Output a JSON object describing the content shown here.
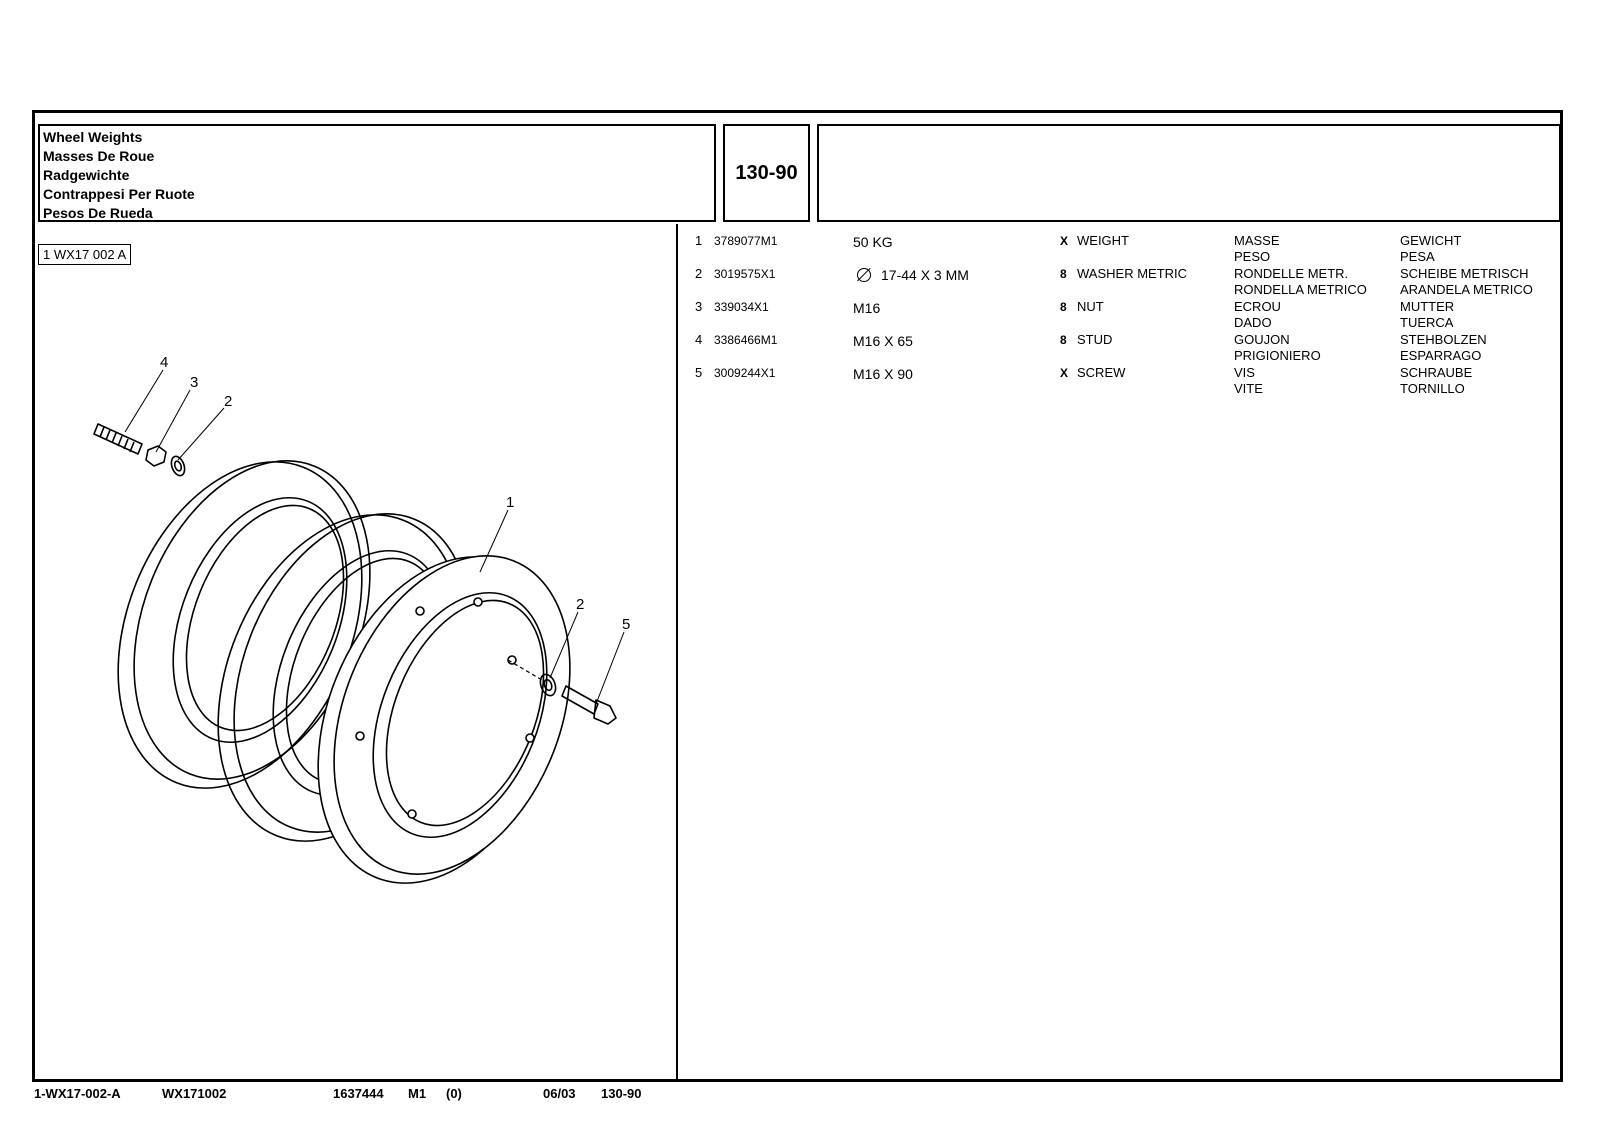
{
  "header": {
    "titles": [
      "Wheel Weights",
      "Masses De Roue",
      "Radgewichte",
      "Contrappesi Per Ruote",
      "Pesos De Rueda"
    ],
    "section_code": "130-90"
  },
  "illustration": {
    "label": "1 WX17 002 A",
    "callouts": [
      "4",
      "3",
      "2",
      "1",
      "2",
      "5"
    ]
  },
  "parts": [
    {
      "ref": "1",
      "part_no": "3789077M1",
      "spec": "50 KG",
      "has_diameter_icon": false,
      "qty": "X",
      "en": "WEIGHT",
      "fr": "MASSE",
      "de": "GEWICHT",
      "it": "PESO",
      "es": "PESA"
    },
    {
      "ref": "2",
      "part_no": "3019575X1",
      "spec": "17-44 X 3 MM",
      "has_diameter_icon": true,
      "qty": "8",
      "en": "WASHER METRIC",
      "fr": "RONDELLE METR.",
      "de": "SCHEIBE METRISCH",
      "it": "RONDELLA METRICO",
      "es": "ARANDELA METRICO"
    },
    {
      "ref": "3",
      "part_no": "339034X1",
      "spec": "M16",
      "has_diameter_icon": false,
      "qty": "8",
      "en": "NUT",
      "fr": "ECROU",
      "de": "MUTTER",
      "it": "DADO",
      "es": "TUERCA"
    },
    {
      "ref": "4",
      "part_no": "3386466M1",
      "spec": "M16 X 65",
      "has_diameter_icon": false,
      "qty": "8",
      "en": "STUD",
      "fr": "GOUJON",
      "de": "STEHBOLZEN",
      "it": "PRIGIONIERO",
      "es": "ESPARRAGO"
    },
    {
      "ref": "5",
      "part_no": "3009244X1",
      "spec": "M16 X 90",
      "has_diameter_icon": false,
      "qty": "X",
      "en": "SCREW",
      "fr": "VIS",
      "de": "SCHRAUBE",
      "it": "VITE",
      "es": "TORNILLO"
    }
  ],
  "footer": {
    "doc_id": "1-WX17-002-A",
    "drawing_no": "WX171002",
    "catalog_no": "1637444",
    "model": "M1",
    "revision": "(0)",
    "date": "06/03",
    "section": "130-90"
  }
}
